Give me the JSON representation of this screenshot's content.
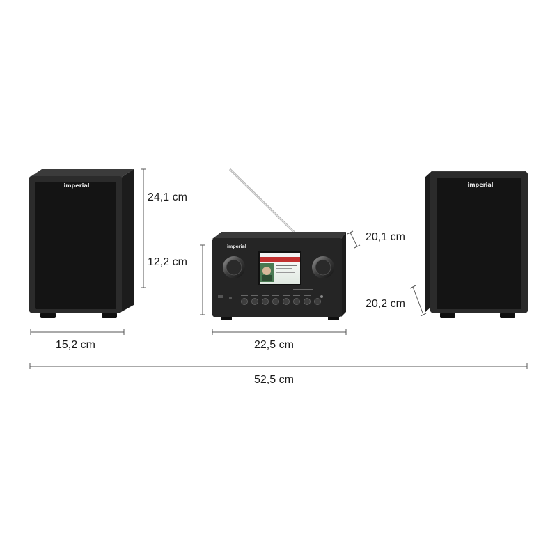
{
  "brand": "imperial",
  "dimensions": {
    "speaker_height": "24,1 cm",
    "radio_height": "12,2 cm",
    "radio_depth": "20,1 cm",
    "speaker_depth": "20,2 cm",
    "speaker_width": "15,2 cm",
    "radio_width": "22,5 cm",
    "total_width": "52,5 cm"
  },
  "colors": {
    "cabinet": "#2c2c2c",
    "cabinet_side": "#1f1f1f",
    "grille": "#141414",
    "measure_line": "#555555",
    "text": "#1a1a1a"
  }
}
